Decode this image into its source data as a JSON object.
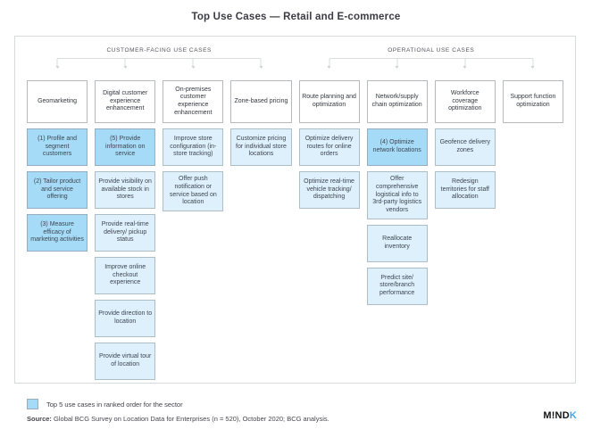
{
  "title": "Top Use Cases — Retail and E-commerce",
  "groups": [
    {
      "label": "CUSTOMER-FACING USE CASES"
    },
    {
      "label": "OPERATIONAL USE CASES"
    }
  ],
  "columns": [
    {
      "header": "Geomarketing",
      "items": [
        {
          "text": "(1) Profile and segment customers",
          "top5": true
        },
        {
          "text": "(2) Tailor product and service offering",
          "top5": true
        },
        {
          "text": "(3) Measure efficacy of marketing activities",
          "top5": true
        }
      ]
    },
    {
      "header": "Digital customer experience enhancement",
      "items": [
        {
          "text": "(5) Provide information on service",
          "top5": true
        },
        {
          "text": "Provide visibility on available stock in stores",
          "top5": false
        },
        {
          "text": "Provide real-time delivery/ pickup status",
          "top5": false
        },
        {
          "text": "Improve online checkout experience",
          "top5": false
        },
        {
          "text": "Provide direction to location",
          "top5": false
        },
        {
          "text": "Provide virtual tour of location",
          "top5": false
        }
      ]
    },
    {
      "header": "On-premises customer experience enhancement",
      "items": [
        {
          "text": "Improve store configuration (in-store tracking)",
          "top5": false
        },
        {
          "text": "Offer push notification or service based on location",
          "top5": false
        }
      ]
    },
    {
      "header": "Zone-based pricing",
      "items": [
        {
          "text": "Customize pricing for individual store locations",
          "top5": false
        }
      ]
    },
    {
      "header": "Route planning and optimization",
      "items": [
        {
          "text": "Optimize delivery routes for online orders",
          "top5": false
        },
        {
          "text": "Optimize real-time vehicle tracking/ dispatching",
          "top5": false
        }
      ]
    },
    {
      "header": "Network/supply chain optimization",
      "items": [
        {
          "text": "(4) Optimize network locations",
          "top5": true
        },
        {
          "text": "Offer comprehensive logistical info to 3rd-party logistics vendors",
          "top5": false
        },
        {
          "text": "Reallocate inventory",
          "top5": false
        },
        {
          "text": "Predict site/ store/branch performance",
          "top5": false
        }
      ]
    },
    {
      "header": "Workforce coverage optimization",
      "items": [
        {
          "text": "Geofence delivery zones",
          "top5": false
        },
        {
          "text": "Redesign territories for staff allocation",
          "top5": false
        }
      ]
    },
    {
      "header": "Support function optimization",
      "items": []
    }
  ],
  "legend": {
    "label": "Top 5 use cases in ranked order for the sector"
  },
  "source": {
    "prefix": "Source:",
    "text": " Global BCG Survey on Location Data for Enterprises (n = 520), October 2020; BCG analysis."
  },
  "logo": {
    "black": "M!ND",
    "blue": "K"
  },
  "colors": {
    "top5_bg": "#a6dbf7",
    "top5_border": "#95adbc",
    "case_bg": "#def0fb",
    "case_border": "#aebcc4",
    "header_border": "#b5b9bc",
    "logo_blue": "#3fa9f5"
  }
}
